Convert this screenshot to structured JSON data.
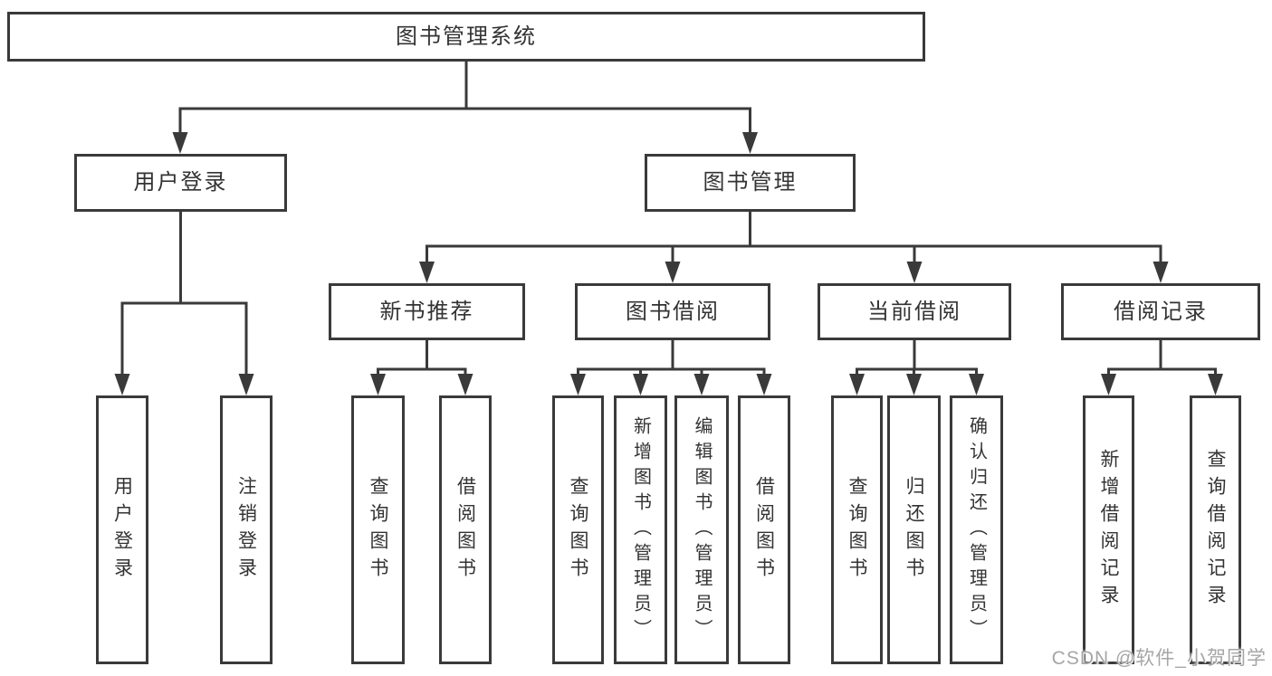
{
  "nodes": {
    "root": "图书管理系统",
    "level2": {
      "user_login": "用户登录",
      "book_management": "图书管理"
    },
    "level3": {
      "new_book_recommend": "新书推荐",
      "book_borrow": "图书借阅",
      "current_borrow": "当前借阅",
      "borrow_records": "借阅记录"
    },
    "leaves": {
      "user_login": "用户登录",
      "logout": "注销登录",
      "nbr_query_books": "查询图书",
      "nbr_borrow_books": "借阅图书",
      "bb_query_books": "查询图书",
      "bb_add_books": "新增图书（管理员）",
      "bb_edit_books": "编辑图书（管理员）",
      "bb_borrow_books": "借阅图书",
      "cb_query_books": "查询图书",
      "cb_return_books": "归还图书",
      "cb_confirm_return": "确认归还（管理员）",
      "br_add_record": "新增借阅记录",
      "br_query_record": "查询借阅记录"
    }
  },
  "watermark": "CSDN @软件_小贺同学",
  "colors": {
    "line": "#3a3a3a",
    "text": "#333333",
    "background": "#ffffff",
    "watermark": "#a6a6a6"
  }
}
